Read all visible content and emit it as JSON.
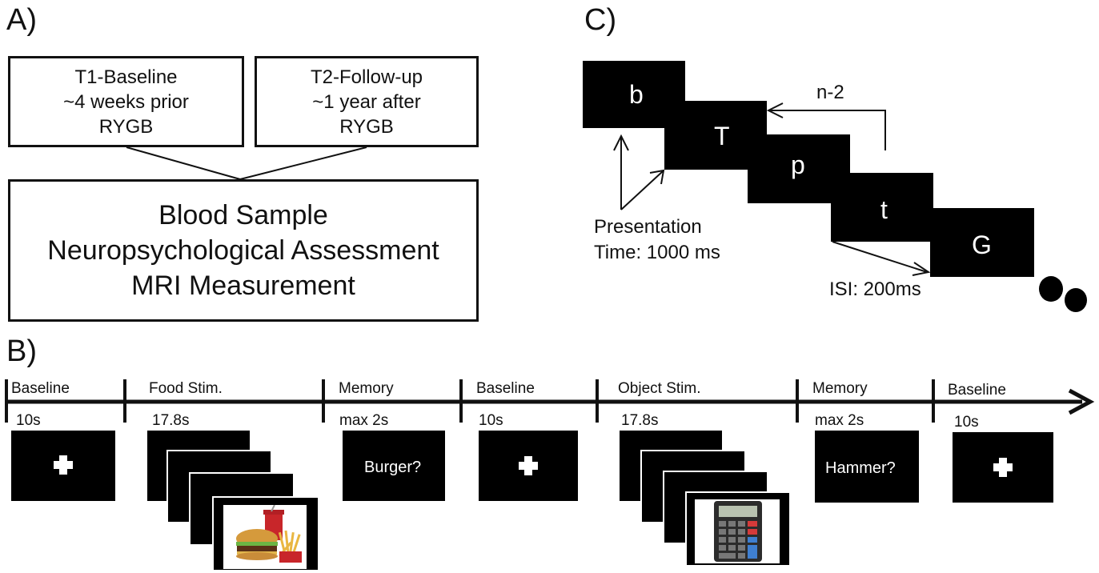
{
  "panel_a": {
    "label": "A)",
    "t1": {
      "line1": "T1-Baseline",
      "line2": "~4 weeks prior",
      "line3": "RYGB"
    },
    "t2": {
      "line1": "T2-Follow-up",
      "line2": "~1 year after",
      "line3": "RYGB"
    },
    "measures": {
      "line1": "Blood Sample",
      "line2": "Neuropsychological Assessment",
      "line3": "MRI Measurement"
    }
  },
  "panel_c": {
    "label": "C)",
    "letters": [
      "b",
      "T",
      "p",
      "t",
      "G"
    ],
    "nback": "n-2",
    "presentation": {
      "line1": "Presentation",
      "line2": "Time: 1000 ms"
    },
    "isi": "ISI: 200ms"
  },
  "panel_b": {
    "label": "B)",
    "segments": [
      {
        "label": "Baseline",
        "duration": "10s"
      },
      {
        "label": "Food Stim.",
        "duration": "17.8s"
      },
      {
        "label": "Memory",
        "duration": "max 2s"
      },
      {
        "label": "Baseline",
        "duration": "10s"
      },
      {
        "label": "Object Stim.",
        "duration": "17.8s"
      },
      {
        "label": "Memory",
        "duration": "max 2s"
      },
      {
        "label": "Baseline",
        "duration": "10s"
      }
    ],
    "memory_prompts": [
      "Burger?",
      "Hammer?"
    ]
  },
  "colors": {
    "ink": "#111111",
    "card": "#000000",
    "background": "#ffffff",
    "card_text": "#ffffff"
  }
}
